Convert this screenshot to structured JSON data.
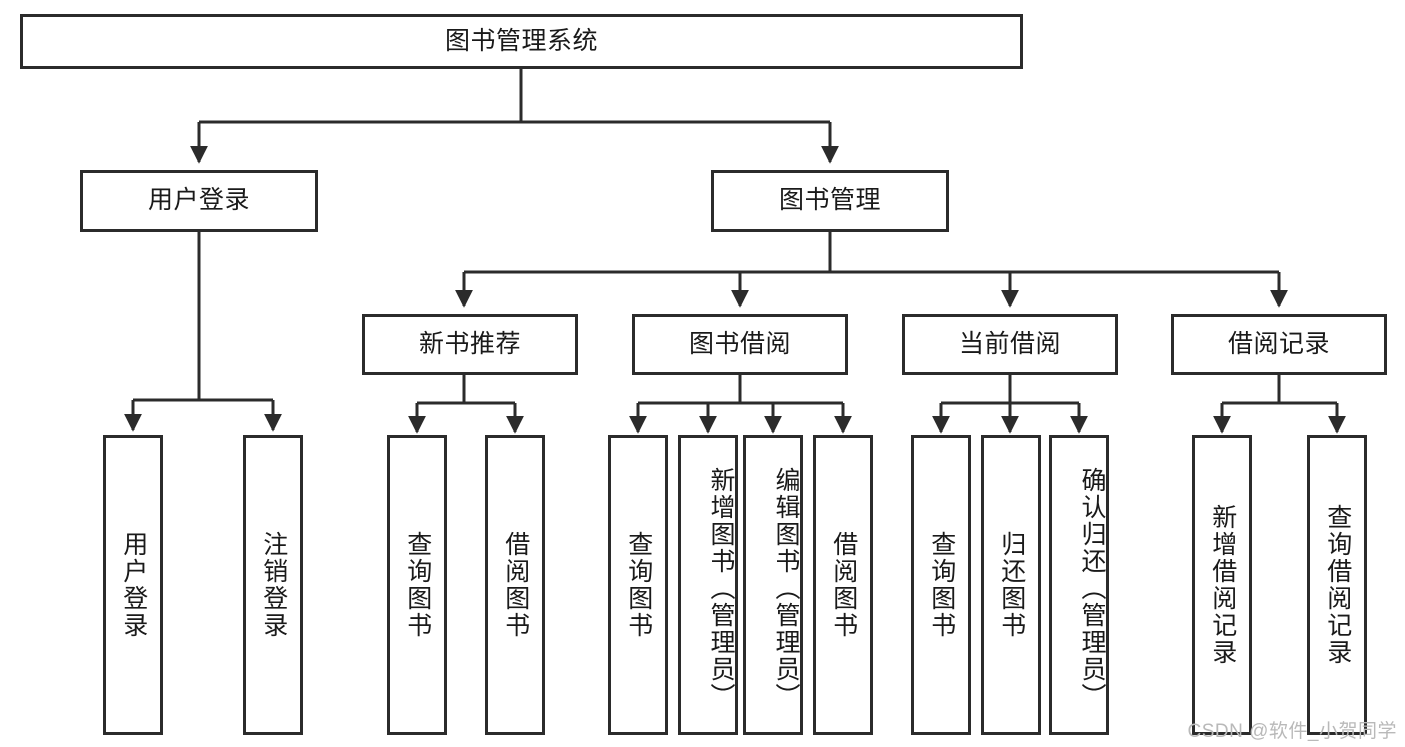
{
  "diagram": {
    "title": "图书管理系统",
    "type": "tree-hierarchy-diagram",
    "watermark": "CSDN @软件_小贺同学",
    "colors": {
      "border": "#2b2b2b",
      "background": "#ffffff",
      "text": "#1a1a1a",
      "watermark": "#b9b9b9"
    },
    "levels": {
      "root": {
        "label": "图书管理系统"
      },
      "level2": [
        {
          "label": "用户登录"
        },
        {
          "label": "图书管理"
        }
      ],
      "level3": [
        {
          "label": "新书推荐"
        },
        {
          "label": "图书借阅"
        },
        {
          "label": "当前借阅"
        },
        {
          "label": "借阅记录"
        }
      ],
      "level4": {
        "user_login": [
          {
            "label": "用户登录"
          },
          {
            "label": "注销登录"
          }
        ],
        "new_book_recommend": [
          {
            "label": "查询图书"
          },
          {
            "label": "借阅图书"
          }
        ],
        "book_borrow": [
          {
            "label": "查询图书"
          },
          {
            "label": "新增图书（管理员）"
          },
          {
            "label": "编辑图书（管理员）"
          },
          {
            "label": "借阅图书"
          }
        ],
        "current_borrow": [
          {
            "label": "查询图书"
          },
          {
            "label": "归还图书"
          },
          {
            "label": "确认归还（管理员）"
          }
        ],
        "borrow_records": [
          {
            "label": "新增借阅记录"
          },
          {
            "label": "查询借阅记录"
          }
        ]
      }
    }
  }
}
